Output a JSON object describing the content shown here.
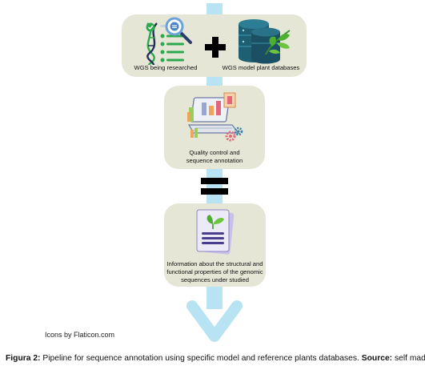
{
  "colors": {
    "box_fill": "#e6e6d7",
    "arrow": "#b7e3f2",
    "symbol": "#000000",
    "dna_green": "#2ea84f",
    "dna_navy": "#22305a",
    "db_teal": "#1e5f73",
    "leaf_green": "#4caf2f",
    "laptop": "#dfe3ea",
    "doc_purple": "#4a3f8e"
  },
  "icons": [
    "dna-checklist-icon",
    "magnifier-icon",
    "plus-icon",
    "database-icon",
    "plant-leaf-icon",
    "laptop-analytics-icon",
    "gear-icon",
    "equals-icon",
    "document-plant-icon",
    "arrow-down-icon"
  ],
  "nodes": {
    "wgs_research": "WGS being researched",
    "wgs_model": "WGS model plant databases",
    "qc_line1": "Quality control and",
    "qc_line2": "sequence annotation",
    "info_line1": "Information about the structural and",
    "info_line2": "functional properties of the genomic",
    "info_line3": "sequences under studied"
  },
  "credit": "Icons by Flaticon.com",
  "caption": {
    "label": "Figura 2:",
    "text": " Pipeline for sequence annotation using specific model and reference plants databases. ",
    "source_label": "Source:",
    "source_text": " self made."
  }
}
